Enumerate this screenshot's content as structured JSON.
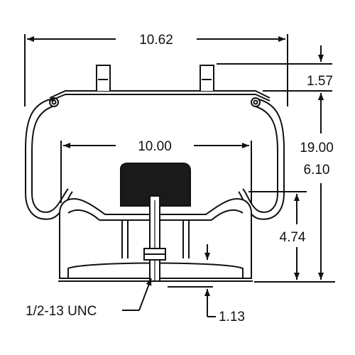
{
  "dimensions": {
    "top_width": "10.62",
    "inner_width": "10.00",
    "stud_height": "1.57",
    "max_height": "19.00",
    "min_height": "6.10",
    "piston_height": "4.74",
    "base_offset": "1.13",
    "thread": "1/2-13 UNC"
  },
  "colors": {
    "line": "#111111",
    "bumper": "#1a1a1a",
    "background": "#ffffff"
  }
}
